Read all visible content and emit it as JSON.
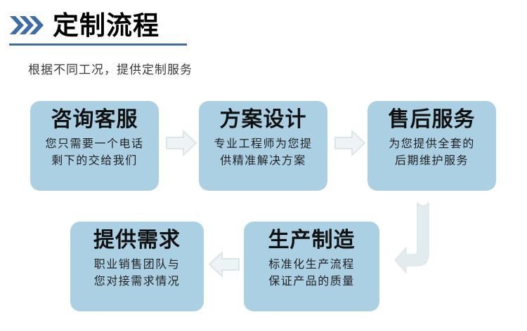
{
  "header": {
    "icon": "triple-chevron-right-icon",
    "title": "定制流程",
    "subtitle": "根据不同工况，提供定制服务",
    "accent_color": "#3e6ca6",
    "rule_color": "#3e6ca6"
  },
  "theme": {
    "card_background": "#abd0e3",
    "card_title_color": "#111111",
    "card_text_color": "#222222",
    "arrow_color": "#e1eaec",
    "arrow_stroke": "#d2e0e4",
    "page_background": "#ffffff"
  },
  "flow": {
    "cards": [
      {
        "id": "card-1",
        "step": 1,
        "title": "咨询客服",
        "desc_line_1": "您只需要一个电话",
        "desc_line_2": "剩下的交给我们"
      },
      {
        "id": "card-2",
        "step": 2,
        "title": "方案设计",
        "desc_line_1": "专业工程师为您提",
        "desc_line_2": "供精准解决方案"
      },
      {
        "id": "card-3",
        "step": 3,
        "title": "售后服务",
        "desc_line_1": "为您提供全套的",
        "desc_line_2": "后期维护服务"
      },
      {
        "id": "card-4",
        "step": 5,
        "title": "提供需求",
        "desc_line_1": "职业销售团队与",
        "desc_line_2": "您对接需求情况"
      },
      {
        "id": "card-5",
        "step": 4,
        "title": "生产制造",
        "desc_line_1": "标准化生产流程",
        "desc_line_2": "保证产品的质量"
      }
    ],
    "connectors": [
      {
        "id": "arrow-1",
        "icon": "arrow-right-icon",
        "direction": "right",
        "from": "card-1",
        "to": "card-2"
      },
      {
        "id": "arrow-2",
        "icon": "arrow-right-icon",
        "direction": "right",
        "from": "card-2",
        "to": "card-3"
      },
      {
        "id": "arrow-3",
        "icon": "arrow-left-icon",
        "direction": "left",
        "from": "card-5",
        "to": "card-4"
      },
      {
        "id": "arrow-bend",
        "icon": "bent-arrow-down-left-icon",
        "direction": "down-left",
        "from": "card-3",
        "to": "card-5"
      }
    ]
  }
}
